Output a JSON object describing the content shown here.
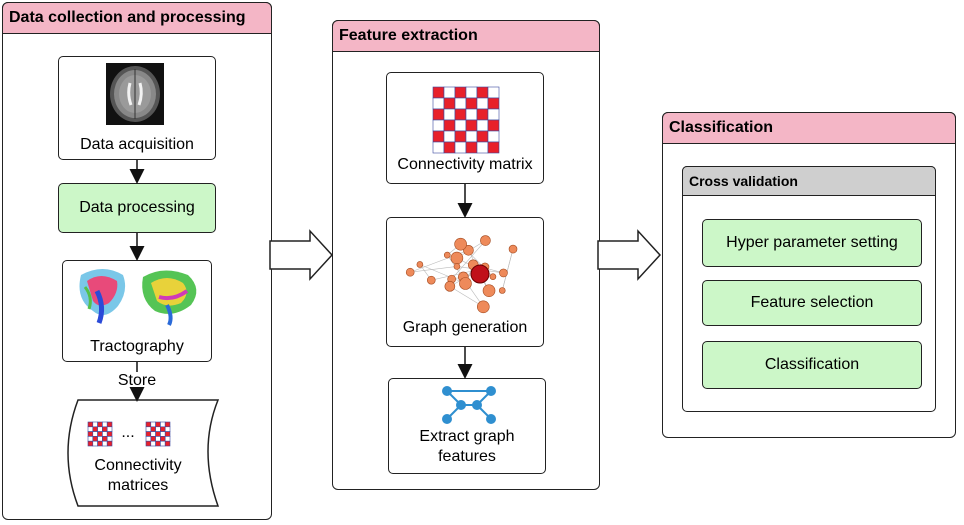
{
  "panels": {
    "data_collection": "Data collection and processing",
    "feature_extraction": "Feature extraction",
    "classification": "Classification"
  },
  "data_collection": {
    "acquisition": "Data acquisition",
    "processing": "Data processing",
    "tractography": "Tractography",
    "store": "Store",
    "ellipsis": "...",
    "storage_line1": "Connectivity",
    "storage_line2": "matrices"
  },
  "feature_extraction": {
    "connectivity_matrix": "Connectivity matrix",
    "graph_generation": "Graph generation",
    "extract_line1": "Extract graph",
    "extract_line2": "features"
  },
  "classification": {
    "cross_validation": "Cross validation",
    "steps": [
      "Hyper parameter setting",
      "Feature selection",
      "Classification"
    ]
  },
  "colors": {
    "header_pink": "#f4b6c6",
    "step_green": "#ccf7c8",
    "matrix_red": "#e8202a",
    "graph_node": "#ee8a5a",
    "feature_node": "#2f8fd0"
  }
}
